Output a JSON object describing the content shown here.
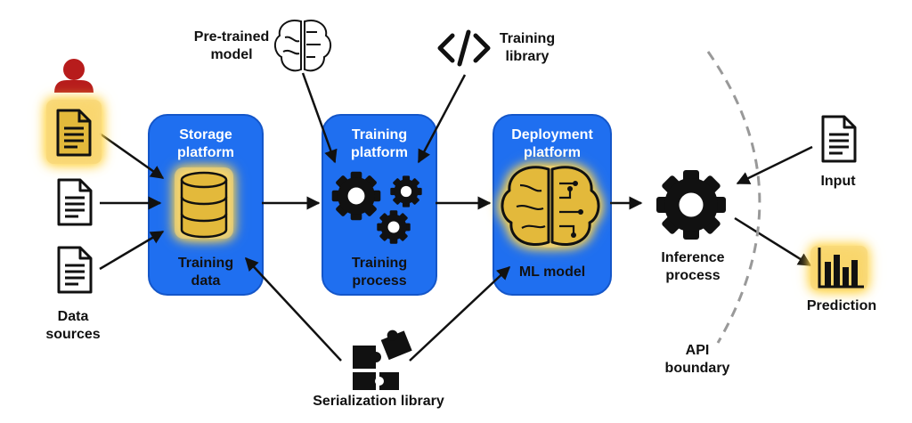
{
  "colors": {
    "box_fill": "#1f6ff0",
    "highlight": "#e3b93b",
    "user_icon": "#b71c1c",
    "dashed_line": "#999999"
  },
  "labels": {
    "pretrained_model": "Pre-trained\nmodel",
    "training_library": "Training\nlibrary",
    "data_sources": "Data\nsources",
    "serialization_library": "Serialization library",
    "inference_process": "Inference\nprocess",
    "input": "Input",
    "prediction": "Prediction",
    "api_boundary": "API\nboundary"
  },
  "boxes": {
    "storage": {
      "title": "Storage\nplatform",
      "footer": "Training\ndata"
    },
    "training": {
      "title": "Training\nplatform",
      "footer": "Training\nprocess"
    },
    "deployment": {
      "title": "Deployment\nplatform",
      "footer": "ML model"
    }
  },
  "icons": [
    "user-icon",
    "document-icon",
    "database-icon",
    "gear-icon",
    "brain-icon",
    "code-icon",
    "puzzle-icon",
    "bar-chart-icon"
  ]
}
